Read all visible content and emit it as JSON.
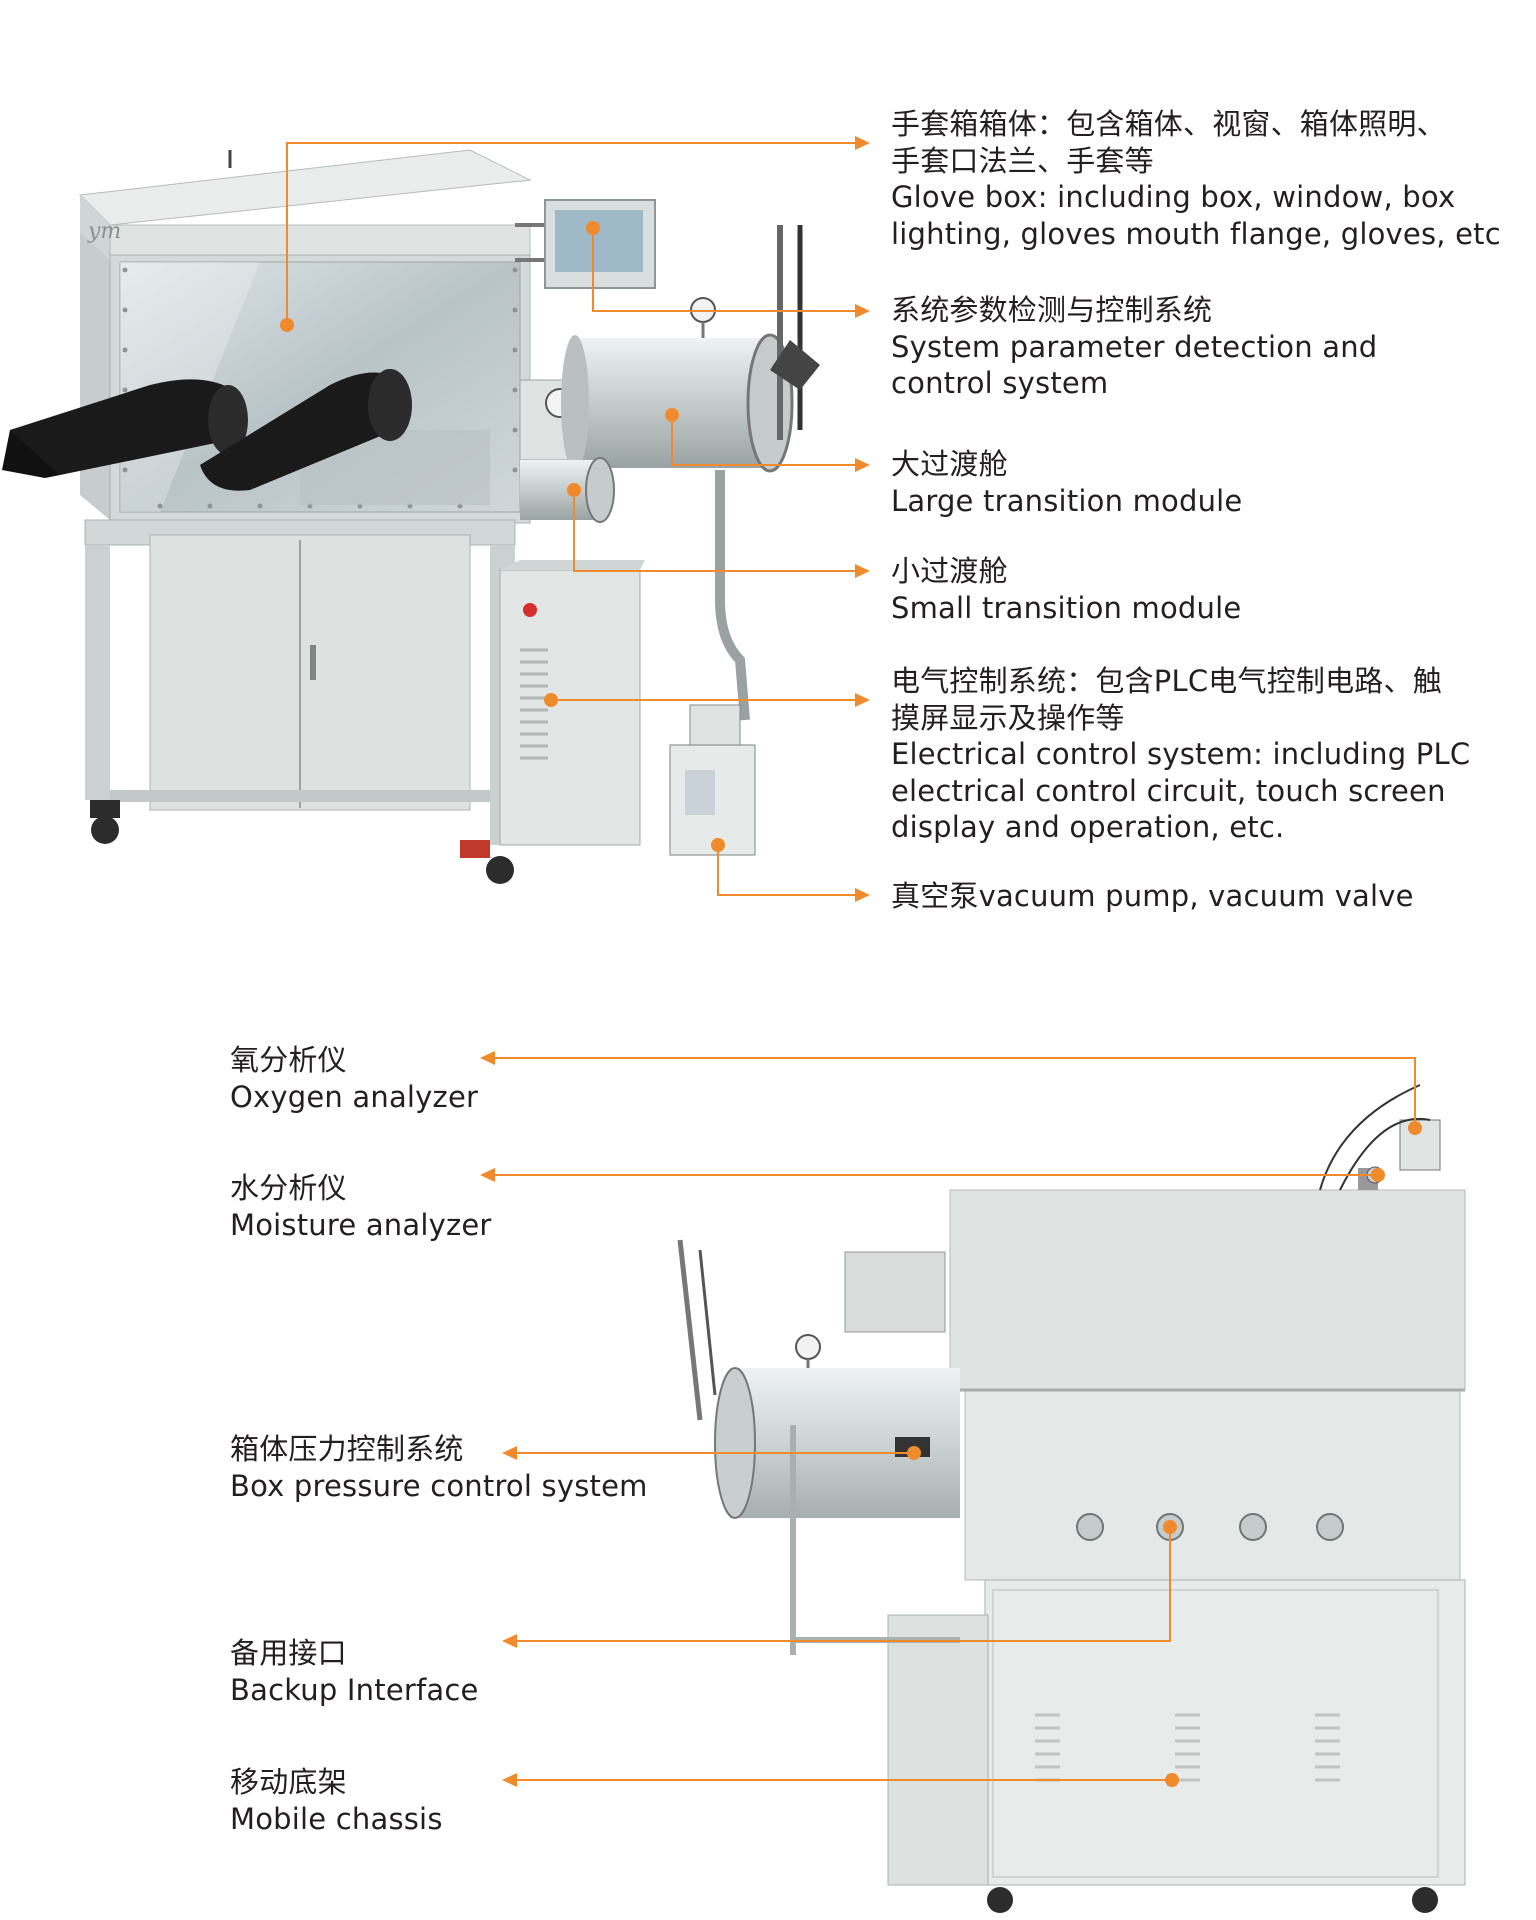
{
  "colors": {
    "accent": "#ef8b2c",
    "text": "#231f20",
    "steel": "#d7dcdc",
    "glove": "#1a1a1a"
  },
  "brand_mark": "ym",
  "top_labels": [
    {
      "zh": "手套箱箱体：包含箱体、视窗、箱体照明、",
      "zh2": "手套口法兰、手套等",
      "en": "Glove box: including box, window, box",
      "en2": "lighting, gloves mouth flange, gloves, etc"
    },
    {
      "zh": "系统参数检测与控制系统",
      "en": "System parameter detection and",
      "en2": "control system"
    },
    {
      "zh": "大过渡舱",
      "en": "Large transition module"
    },
    {
      "zh": "小过渡舱",
      "en": "Small transition module"
    },
    {
      "zh": "电气控制系统：包含PLC电气控制电路、触",
      "zh2": "摸屏显示及操作等",
      "en": "Electrical control system: including PLC",
      "en2": "electrical control circuit, touch screen",
      "en3": "display and operation, etc."
    },
    {
      "zh": "真空泵vacuum pump, vacuum valve"
    }
  ],
  "bottom_labels": [
    {
      "zh": "氧分析仪",
      "en": "Oxygen analyzer"
    },
    {
      "zh": "水分析仪",
      "en": "Moisture analyzer"
    },
    {
      "zh": "箱体压力控制系统",
      "en": "Box pressure control system"
    },
    {
      "zh": "备用接口",
      "en": "Backup Interface"
    },
    {
      "zh": "移动底架",
      "en": "Mobile chassis"
    }
  ]
}
